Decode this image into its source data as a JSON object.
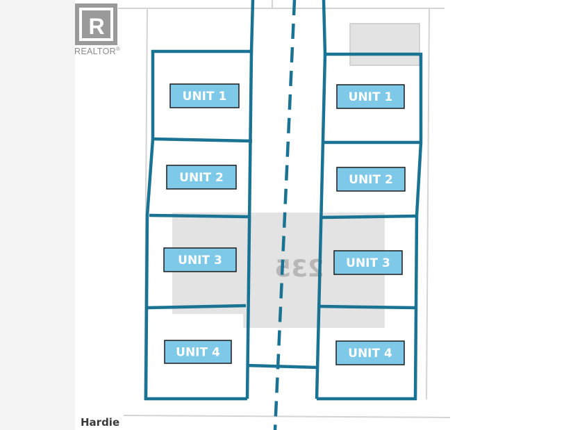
{
  "logo": {
    "brand": "REALTOR",
    "reg_mark": "®",
    "initial": "R"
  },
  "parcels": {
    "left": {
      "units": [
        {
          "label": "UNIT 1"
        },
        {
          "label": "UNIT 2"
        },
        {
          "label": "UNIT 3"
        },
        {
          "label": "UNIT 4"
        }
      ]
    },
    "right": {
      "units": [
        {
          "label": "UNIT 1"
        },
        {
          "label": "UNIT 2"
        },
        {
          "label": "UNIT 3"
        },
        {
          "label": "UNIT 4"
        }
      ]
    }
  },
  "building_number": "235",
  "street_label": "Hardie",
  "colors": {
    "lot_line": "#1b7394",
    "unit_fill": "#7ec8e8",
    "unit_border": "#1a1a1a",
    "unit_text": "#ffffff",
    "existing_building": "#e3e3e3",
    "faint_lines": "#d4d4d4",
    "logo_gray": "#9a9a9a",
    "left_margin": "#f3f3f3"
  }
}
